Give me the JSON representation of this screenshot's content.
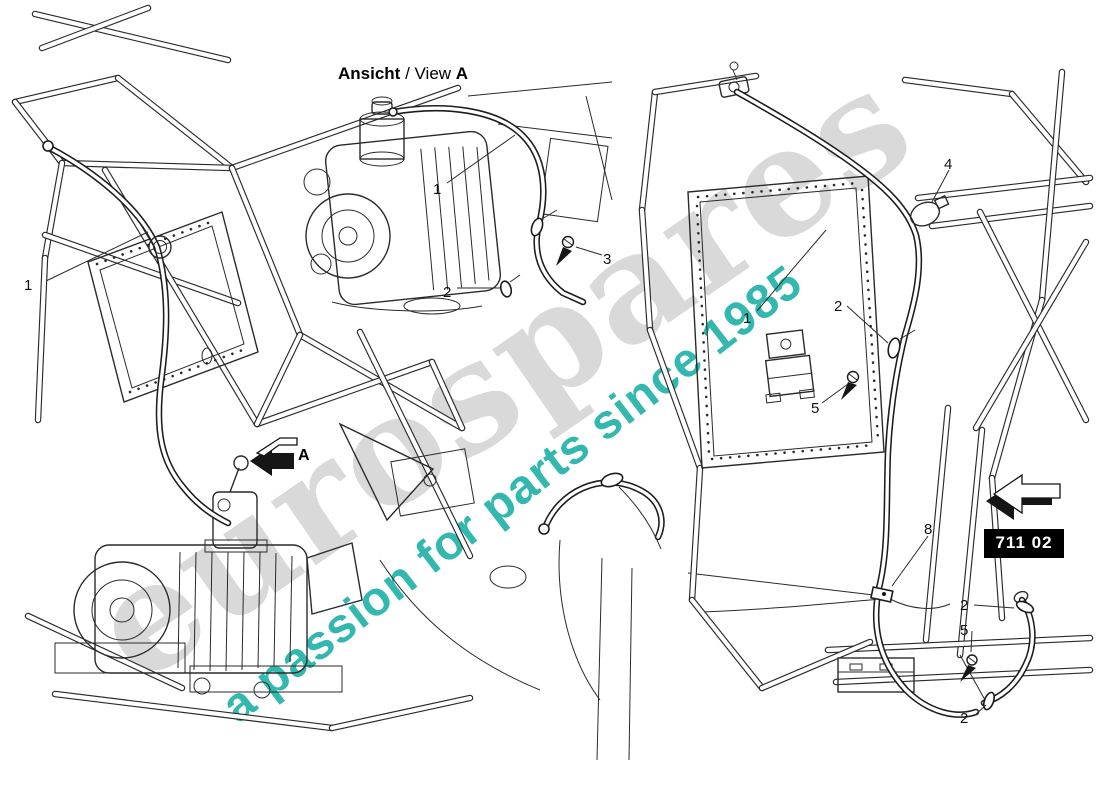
{
  "diagram": {
    "title_de": "Ansicht",
    "title_sep": " / ",
    "title_en": "View",
    "view_letter": "A",
    "direction_letter": "A"
  },
  "watermark": {
    "brand": "eurospares",
    "tagline": "a passion for parts since 1985",
    "brand_color": "#d9d9d9",
    "tagline_color": "#00a79b"
  },
  "nav_box": {
    "icon": "arrow-left-3d",
    "code": "711 02"
  },
  "direction_marker": {
    "icon": "view-direction-arrow-3d"
  },
  "callouts": [
    {
      "id": "left-pipe-1",
      "label": "1"
    },
    {
      "id": "view-a-1",
      "label": "1"
    },
    {
      "id": "view-a-2",
      "label": "2"
    },
    {
      "id": "view-a-3",
      "label": "3"
    },
    {
      "id": "right-1",
      "label": "1"
    },
    {
      "id": "right-2-upper",
      "label": "2"
    },
    {
      "id": "right-4",
      "label": "4"
    },
    {
      "id": "right-5-upper",
      "label": "5"
    },
    {
      "id": "right-8",
      "label": "8"
    },
    {
      "id": "right-2-mid",
      "label": "2"
    },
    {
      "id": "right-5-lower",
      "label": "5"
    },
    {
      "id": "right-2-lower",
      "label": "2"
    }
  ]
}
